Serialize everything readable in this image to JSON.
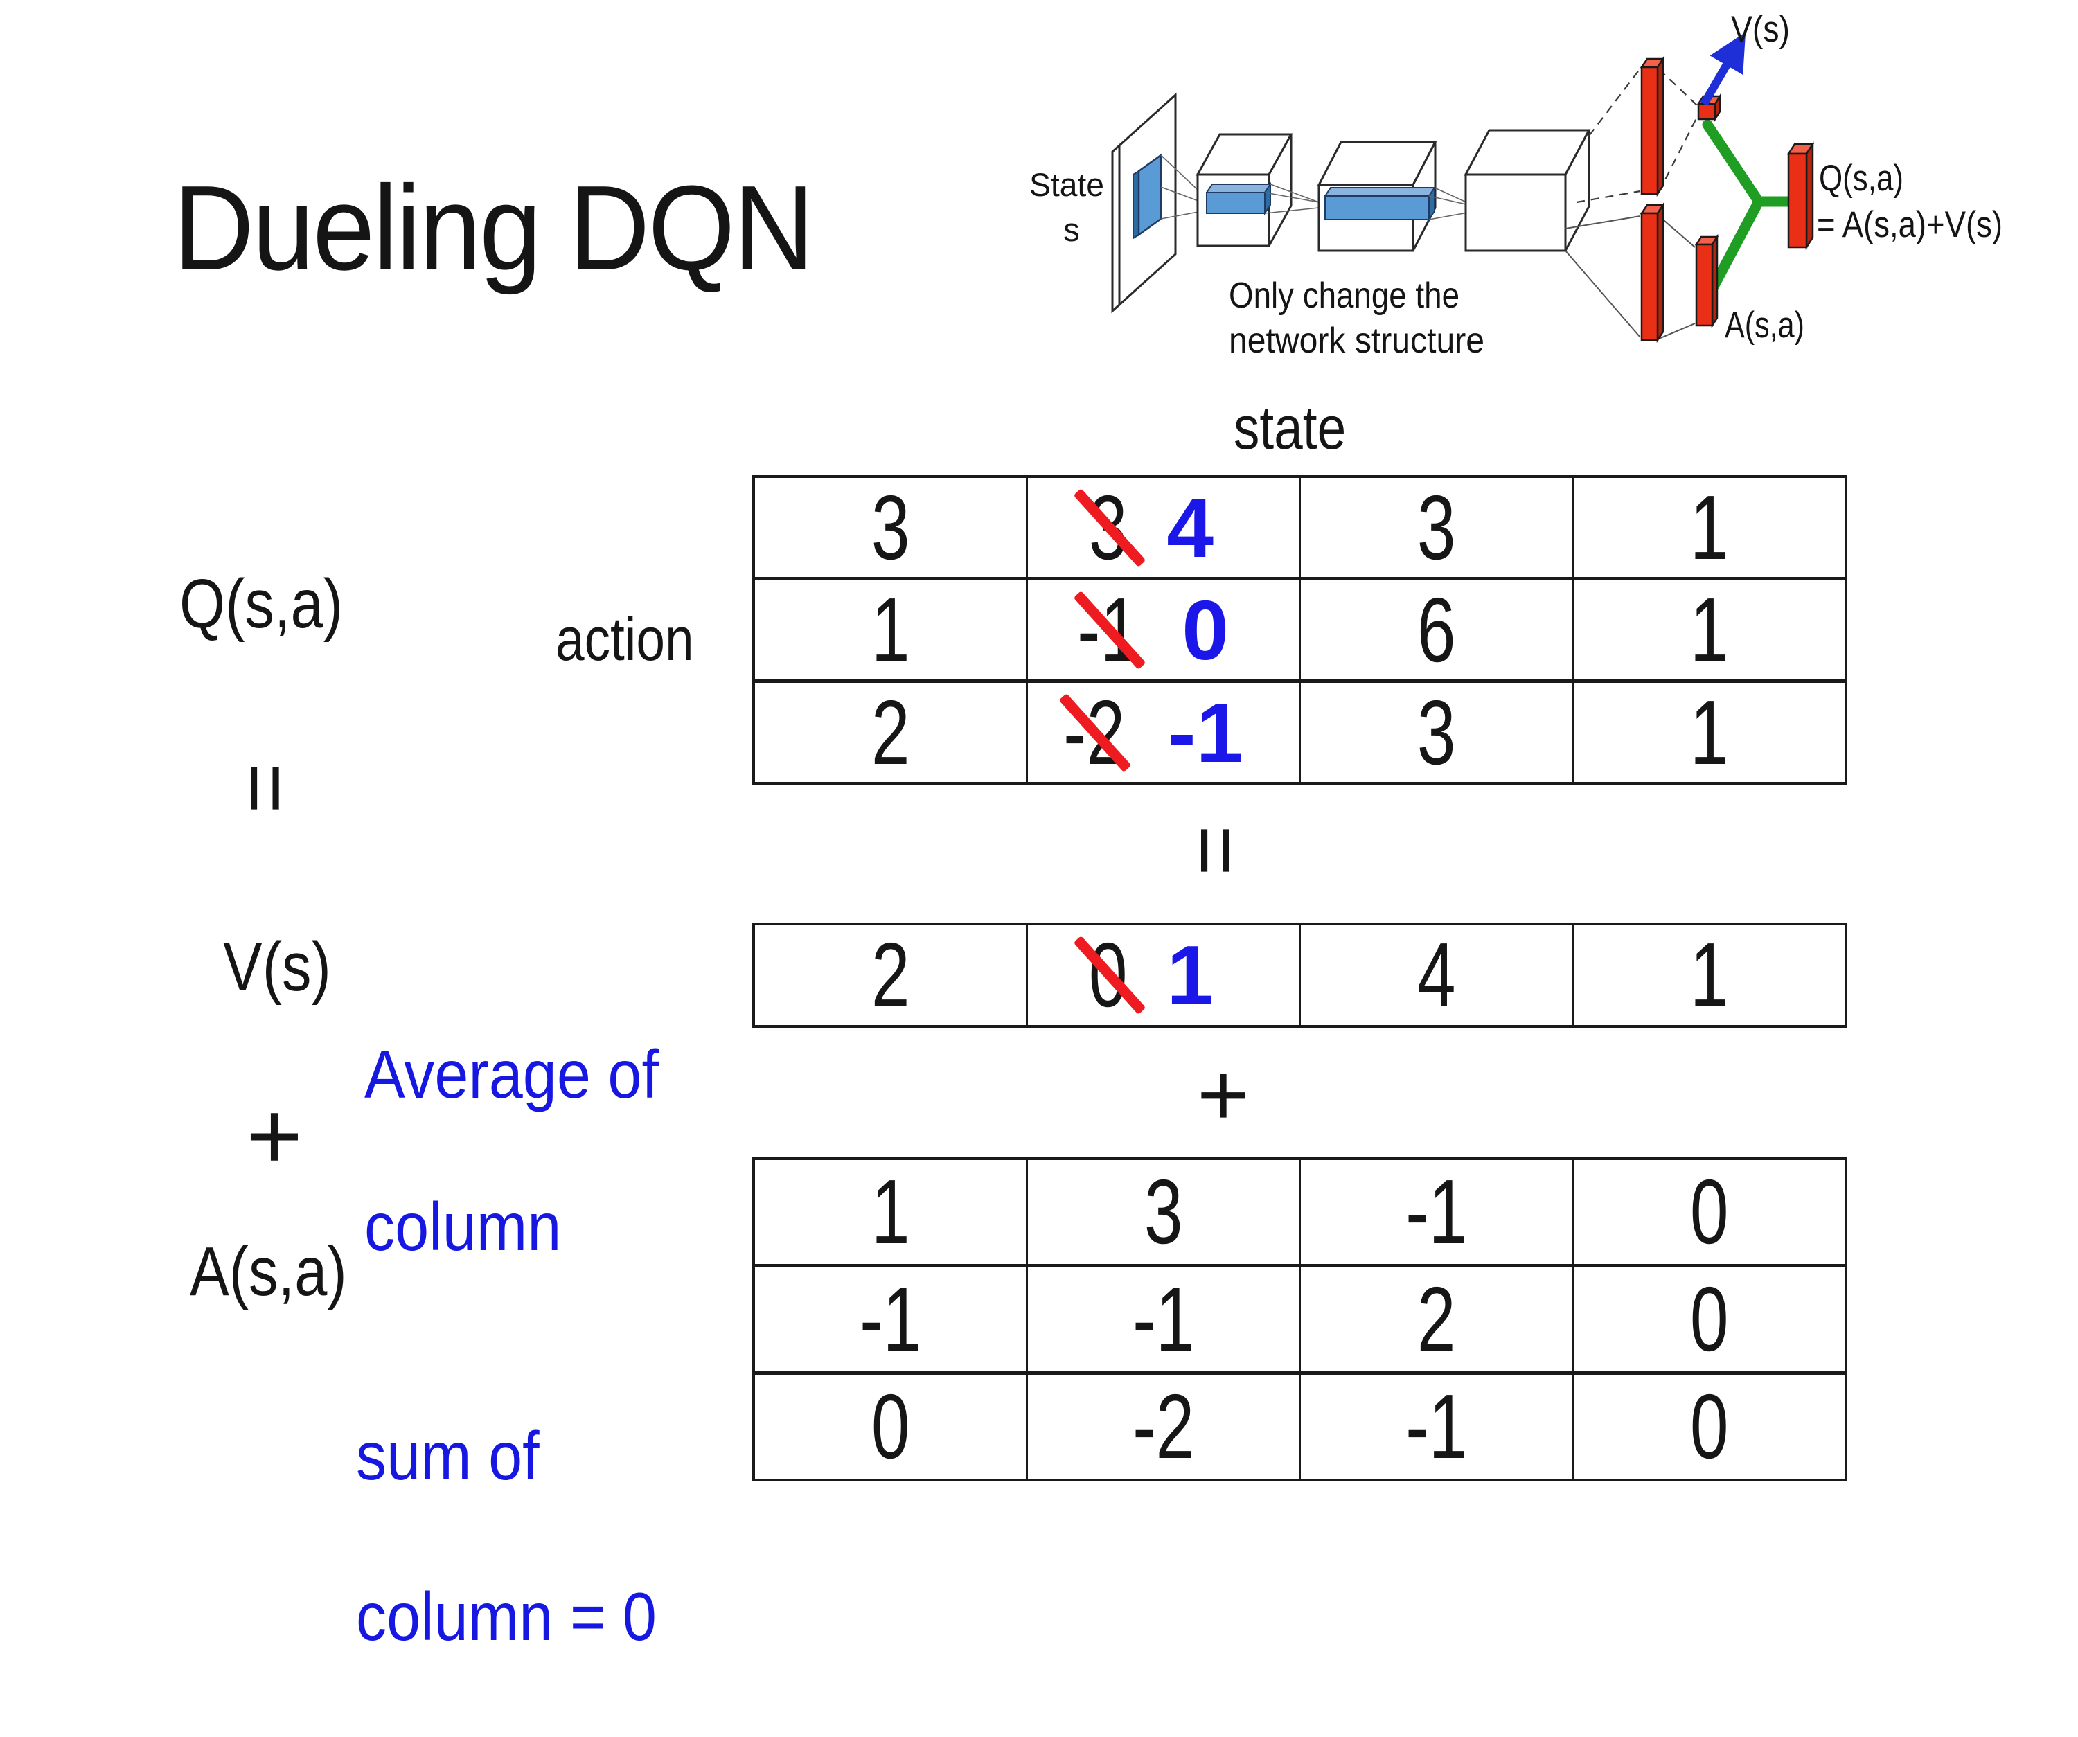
{
  "slide": {
    "title": "Dueling DQN",
    "background": "#ffffff"
  },
  "diagram": {
    "state_label_line1": "State",
    "state_label_line2": "s",
    "note_line1": "Only change the",
    "note_line2": "network structure",
    "v_label": "V(s)",
    "q_label": "Q(s,a)",
    "q_formula": "= A(s,a)+V(s)",
    "a_label": "A(s,a)",
    "colors": {
      "red_bar": "#e93016",
      "red_bar_light": "#f4604a",
      "red_bar_dark": "#b5240c",
      "green_connector": "#1f9e23",
      "blue_arrow": "#1f2fd8",
      "filter_blue": "#5b9bd5",
      "filter_blue_dark": "#2e6da4",
      "filter_blue_light": "#8ab4dd",
      "note_blue": "#2330d6"
    }
  },
  "decomposition": {
    "q_label": "Q(s,a)",
    "equals_left": "=",
    "v_label": "V(s)",
    "plus_left": "+",
    "a_label": "A(s,a)",
    "state_header": "state",
    "action_label": "action",
    "equals_mid": "=",
    "plus_mid": "+",
    "avg_note_line1": "Average of",
    "avg_note_line2": "column",
    "sum_note_line1": "sum of",
    "sum_note_line2": "column = 0",
    "colors": {
      "annotation_blue": "#1717e2",
      "replaced_blue": "#1a17e8",
      "strike_red": "#ee1b20",
      "table_border": "#1a1a1a"
    }
  },
  "matrices": {
    "q_table": {
      "rows": [
        [
          {
            "v": "3"
          },
          {
            "old": "3",
            "new": "4"
          },
          {
            "v": "3"
          },
          {
            "v": "1"
          }
        ],
        [
          {
            "v": "1"
          },
          {
            "old": "-1",
            "new": "0"
          },
          {
            "v": "6"
          },
          {
            "v": "1"
          }
        ],
        [
          {
            "v": "2"
          },
          {
            "old": "-2",
            "new": "-1"
          },
          {
            "v": "3"
          },
          {
            "v": "1"
          }
        ]
      ]
    },
    "v_table": {
      "rows": [
        [
          {
            "v": "2"
          },
          {
            "old": "0",
            "new": "1"
          },
          {
            "v": "4"
          },
          {
            "v": "1"
          }
        ]
      ]
    },
    "a_table": {
      "rows": [
        [
          {
            "v": "1"
          },
          {
            "v": "3"
          },
          {
            "v": "-1"
          },
          {
            "v": "0"
          }
        ],
        [
          {
            "v": "-1"
          },
          {
            "v": "-1"
          },
          {
            "v": "2"
          },
          {
            "v": "0"
          }
        ],
        [
          {
            "v": "0"
          },
          {
            "v": "-2"
          },
          {
            "v": "-1"
          },
          {
            "v": "0"
          }
        ]
      ]
    }
  }
}
